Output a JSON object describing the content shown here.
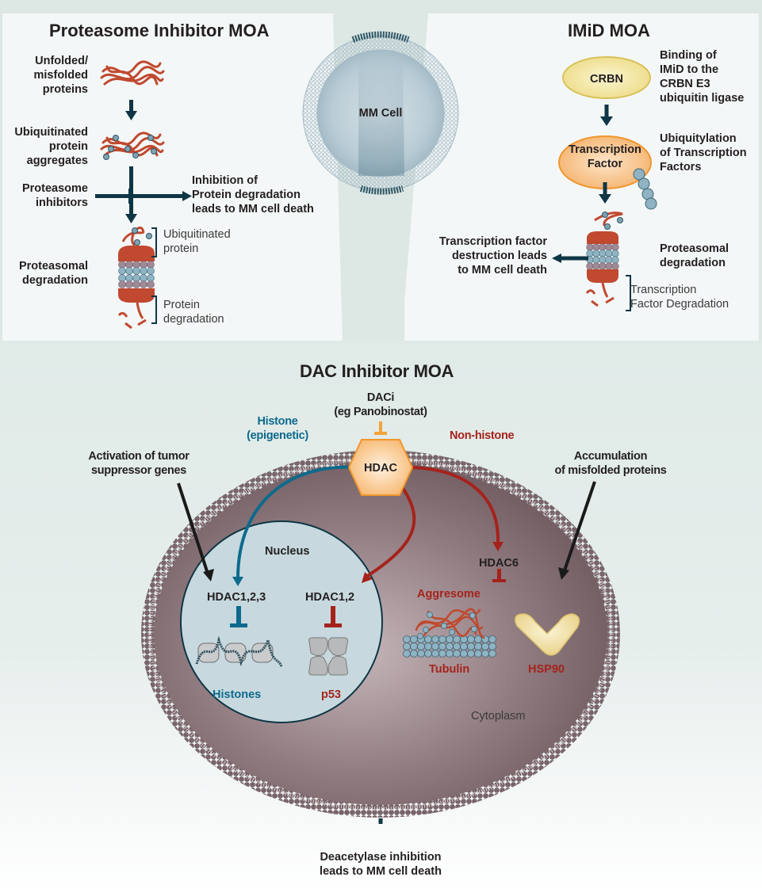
{
  "colors": {
    "arrow_dark": "#0f3645",
    "protein_red": "#c0492f",
    "ubiquitin_blue": "#7ea3b2",
    "histone_blue": "#0d6a8c",
    "nonhistone_red": "#a5231b",
    "dac_orange": "#f2a33a",
    "crbn_yellow": "#f1e39a",
    "cell_mauve": "#8c7479",
    "nucleus_blue": "#c7d9df"
  },
  "proteasome_panel": {
    "title": "Proteasome Inhibitor MOA",
    "steps": [
      {
        "label": "Unfolded/\nmisfolded\nproteins",
        "icon": "tangled-protein-icon"
      },
      {
        "label": "Ubiquitinated\nprotein\naggregates",
        "icon": "ubiquitinated-aggregate-icon"
      },
      {
        "label": "Proteasome\ninhibitors",
        "icon": "inhibition-bar-icon"
      },
      {
        "label": "Proteasomal\ndegradation",
        "icon": "proteasome-icon"
      }
    ],
    "outcome": "Inhibition of\nProtein degradation\nleads to MM cell death",
    "bracket_top": "Ubiquitinated\nprotein",
    "bracket_bottom": "Protein\ndegradation"
  },
  "center": {
    "cell_label": "MM Cell"
  },
  "imid_panel": {
    "title": "IMiD MOA",
    "crbn_label": "CRBN",
    "crbn_desc": "Binding of\nIMiD to the\nCRBN E3\nubiquitin ligase",
    "tf_label": "Transcription\nFactor",
    "tf_desc": "Ubiquitylation\nof Transcription\nFactors",
    "degradation_label": "Proteasomal\ndegradation",
    "outcome": "Transcription factor\ndestruction leads\nto MM cell death",
    "bracket_label": "Transcription\nFactor Degradation"
  },
  "dac_panel": {
    "title": "DAC Inhibitor MOA",
    "daci_label": "DACi\n(eg Panobinostat)",
    "histone_branch": "Histone\n(epigenetic)",
    "nonhistone_branch": "Non-histone",
    "hdac_label": "HDAC",
    "left_note": "Activation of tumor\nsuppressor genes",
    "right_note": "Accumulation\nof misfolded proteins",
    "nucleus_label": "Nucleus",
    "hdac123": "HDAC1,2,3",
    "hdac12": "HDAC1,2",
    "hdac6": "HDAC6",
    "histones": "Histones",
    "p53": "p53",
    "aggresome": "Aggresome",
    "tubulin": "Tubulin",
    "hsp90": "HSP90",
    "cytoplasm": "Cytoplasm",
    "outcome": "Deacetylase inhibition\nleads to MM cell death"
  }
}
